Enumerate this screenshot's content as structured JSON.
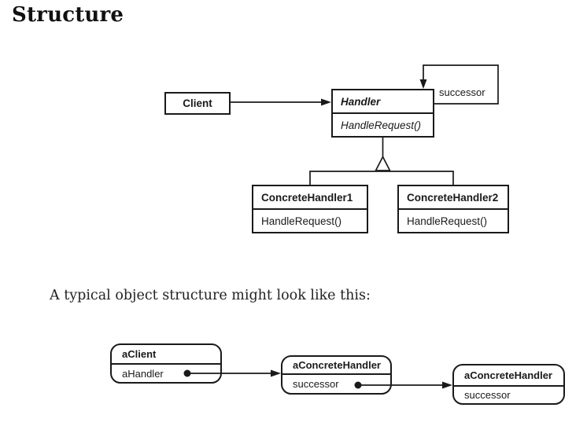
{
  "page": {
    "title": "Structure",
    "caption": "A typical object structure might look like this:"
  },
  "colors": {
    "ink": "#1a1a1a",
    "paper": "#ffffff"
  },
  "class_diagram": {
    "client": {
      "name": "Client"
    },
    "handler": {
      "name": "Handler",
      "method": "HandleRequest()"
    },
    "successor_label": "successor",
    "concrete_handler_1": {
      "name": "ConcreteHandler1",
      "method": "HandleRequest()"
    },
    "concrete_handler_2": {
      "name": "ConcreteHandler2",
      "method": "HandleRequest()"
    }
  },
  "object_diagram": {
    "client": {
      "name": "aClient",
      "attribute": "aHandler"
    },
    "handler_1": {
      "name": "aConcreteHandler",
      "attribute": "successor"
    },
    "handler_2": {
      "name": "aConcreteHandler",
      "attribute": "successor"
    }
  }
}
